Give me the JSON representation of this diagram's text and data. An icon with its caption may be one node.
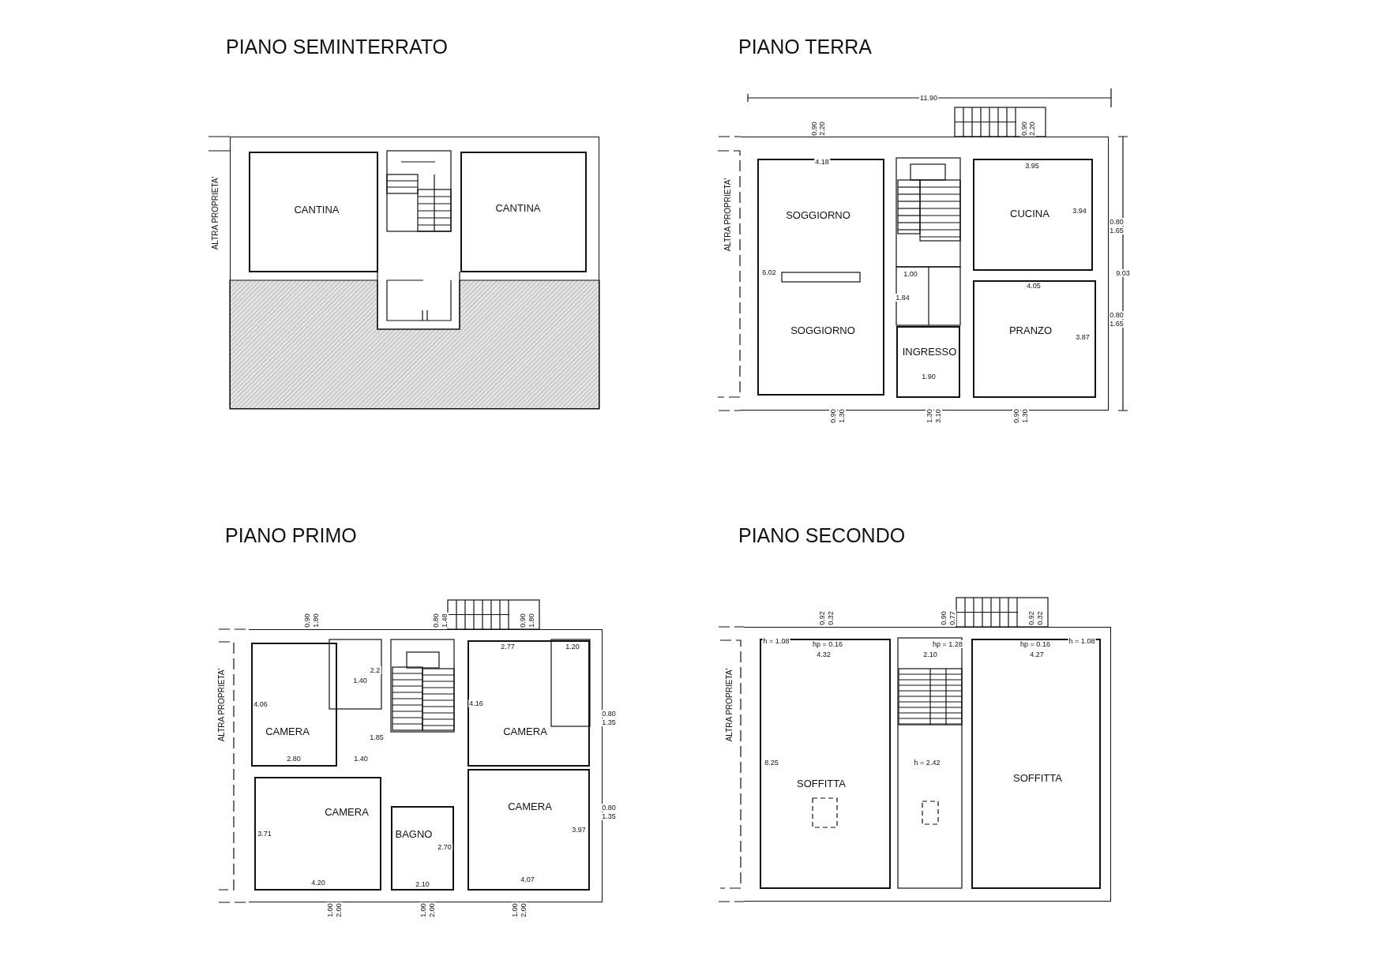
{
  "diagram": {
    "nodes": [
      {
        "text": [
          "PIANO SEMINTERRATO"
        ]
      },
      {
        "text": [
          "CANTINA"
        ],
        "in": 0
      },
      {
        "text": [
          "CANTINA"
        ],
        "in": 0
      },
      {
        "text": [
          "PIANO TERRA"
        ]
      },
      {
        "text": [
          "SOGGIORNO",
          "SOGGIORNO"
        ],
        "in": 3
      },
      {
        "text": [
          "CUCINA"
        ],
        "in": 3
      },
      {
        "text": [
          "INGRESSO"
        ],
        "in": 3
      },
      {
        "text": [
          "PRANZO"
        ],
        "in": 3
      },
      {
        "text": [
          "PIANO PRIMO"
        ]
      },
      {
        "text": [
          "CAMERA"
        ],
        "in": 8
      },
      {
        "text": [
          "CAMERA"
        ],
        "in": 8
      },
      {
        "text": [
          "CAMERA"
        ],
        "in": 8
      },
      {
        "text": [
          "BAGNO"
        ],
        "in": 8
      },
      {
        "text": [
          "CAMERA"
        ],
        "in": 8
      },
      {
        "text": [
          "PIANO SECONDO"
        ]
      },
      {
        "text": [
          "SOFFITTA"
        ],
        "in": 14
      },
      {
        "text": [
          "SOFFITTA"
        ],
        "in": 14
      }
    ],
    "labels": [
      "ALTRA PROPRIETA'",
      "11.90",
      "0.90",
      "2.20",
      "0.90",
      "2.20",
      "4.18",
      "3.95",
      "ALTRA PROPRIETA'",
      "3.94",
      "0.80",
      "1.65",
      "6.02",
      "1.00",
      "9.03",
      "4.05",
      "1.84",
      "0.80",
      "1.65",
      "3.87",
      "1.90",
      "0.90",
      "1.30",
      "1.30",
      "3.10",
      "0.90",
      "1.30",
      "0.90",
      "1.80",
      "0.80",
      "1.48",
      "0.90",
      "1.80",
      "2.77",
      "1.20",
      "2.2",
      "1.40",
      "ALTRA PROPRIETA'",
      "4.06",
      "4.16",
      "0.80",
      "1.35",
      "1.85",
      "2.80",
      "1.40",
      "0.80",
      "1.35",
      "3.97",
      "3.71",
      "2.70",
      "4.07",
      "4.20",
      "2.10",
      "1.00",
      "2.00",
      "1.00",
      "2.00",
      "1.00",
      "2.00",
      "0.92",
      "0.32",
      "0.90",
      "0.77",
      "0.92",
      "0.32",
      "h = 1.08",
      "hp = 0.16",
      "hp = 1.28",
      "hp = 0.16",
      "h = 1.08",
      "4.32",
      "2.10",
      "4.27",
      "ALTRA PROPRIETA'",
      "8.25",
      "h = 2.42"
    ]
  }
}
